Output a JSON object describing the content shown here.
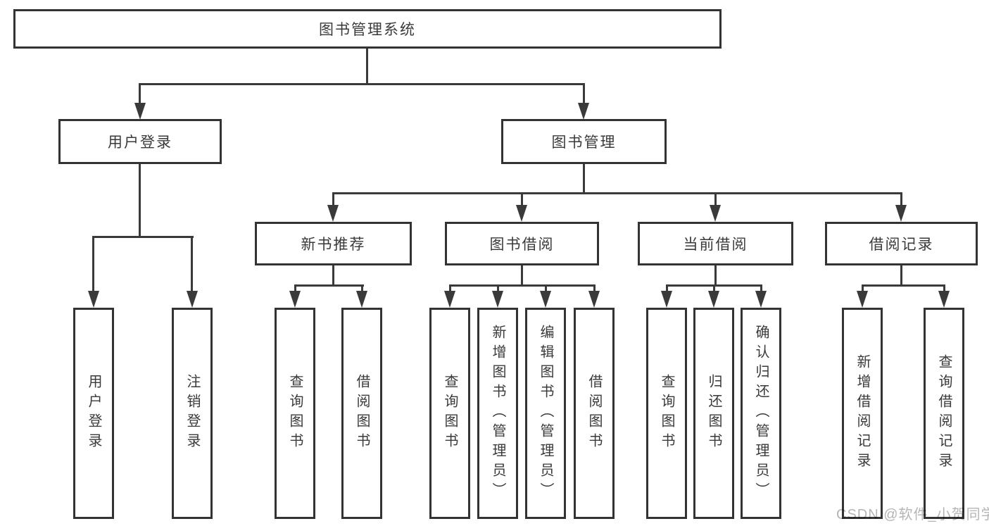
{
  "diagram": {
    "root": {
      "label": "图书管理系统"
    },
    "level2": {
      "user_login": {
        "label": "用户登录"
      },
      "book_mgmt": {
        "label": "图书管理"
      }
    },
    "level3": {
      "new_book": {
        "label": "新书推荐"
      },
      "book_borrow": {
        "label": "图书借阅"
      },
      "current_borrow": {
        "label": "当前借阅"
      },
      "borrow_records": {
        "label": "借阅记录"
      }
    },
    "leaves": {
      "user_login_1": {
        "label": "用户登录"
      },
      "user_login_2": {
        "label": "注销登录"
      },
      "new_book_1": {
        "label": "查询图书"
      },
      "new_book_2": {
        "label": "借阅图书"
      },
      "book_borrow_1": {
        "label": "查询图书"
      },
      "book_borrow_2": {
        "label": "新增图书（管理员）"
      },
      "book_borrow_3": {
        "label": "编辑图书（管理员）"
      },
      "book_borrow_4": {
        "label": "借阅图书"
      },
      "current_borrow_1": {
        "label": "查询图书"
      },
      "current_borrow_2": {
        "label": "归还图书"
      },
      "current_borrow_3": {
        "label": "确认归还（管理员）"
      },
      "borrow_records_1": {
        "label": "新增借阅记录"
      },
      "borrow_records_2": {
        "label": "查询借阅记录"
      }
    }
  },
  "watermark": "CSDN @软件_小贺同学",
  "colors": {
    "line": "#3a3a3a",
    "border": "#333333",
    "box_bg": "#ffffff",
    "watermark": "#b5b5b5"
  }
}
